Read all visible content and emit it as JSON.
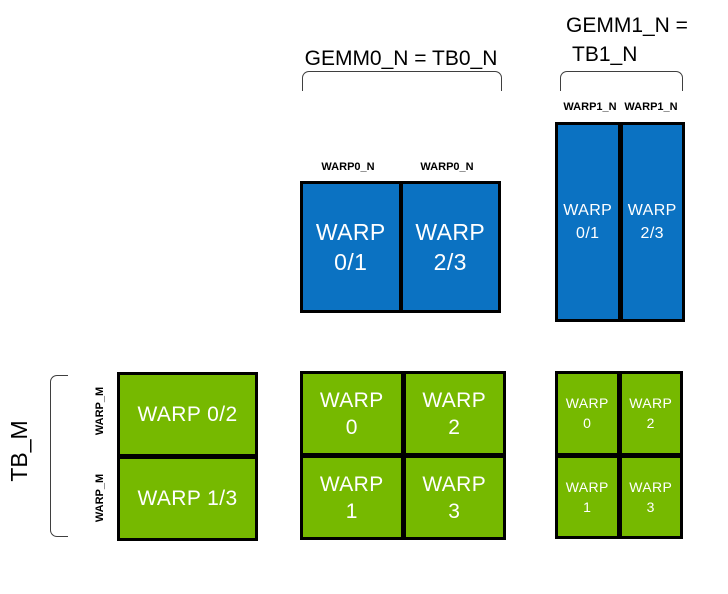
{
  "colors": {
    "tile_blue": "#0b72c2",
    "tile_green": "#76b900",
    "tile_border": "#000000",
    "bracket_stroke": "#3f3f3f",
    "label_text": "#000000",
    "tile_text": "#ffffff"
  },
  "titles": {
    "gemm0": "GEMM0_N = TB0_N",
    "gemm1_line1": "GEMM1_N =",
    "gemm1_line2": "TB1_N"
  },
  "labels": {
    "warp0_n_left": "WARP0_N",
    "warp0_n_right": "WARP0_N",
    "warp1_n_left": "WARP1_N",
    "warp1_n_right": "WARP1_N",
    "tb_m": "TB_M",
    "warp_m_top": "WARP_M",
    "warp_m_bottom": "WARP_M"
  },
  "grids": {
    "gemm0_accum": {
      "tiles": [
        {
          "line1": "WARP",
          "line2": "0/1"
        },
        {
          "line1": "WARP",
          "line2": "2/3"
        }
      ]
    },
    "gemm1_accum": {
      "tiles": [
        {
          "line1": "WARP",
          "line2": "0/1"
        },
        {
          "line1": "WARP",
          "line2": "2/3"
        }
      ]
    },
    "tb_a": {
      "tiles": [
        {
          "line1": "WARP 0/2"
        },
        {
          "line1": "WARP 1/3"
        }
      ]
    },
    "gemm0_out": {
      "tiles": [
        {
          "line1": "WARP",
          "line2": "0"
        },
        {
          "line1": "WARP",
          "line2": "2"
        },
        {
          "line1": "WARP",
          "line2": "1"
        },
        {
          "line1": "WARP",
          "line2": "3"
        }
      ]
    },
    "gemm1_out": {
      "tiles": [
        {
          "line1": "WARP",
          "line2": "0"
        },
        {
          "line1": "WARP",
          "line2": "2"
        },
        {
          "line1": "WARP",
          "line2": "1"
        },
        {
          "line1": "WARP",
          "line2": "3"
        }
      ]
    }
  }
}
